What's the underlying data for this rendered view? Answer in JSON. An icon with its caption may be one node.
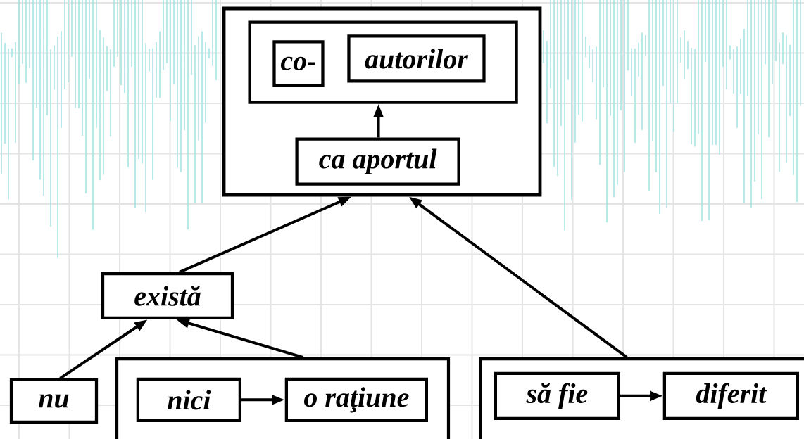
{
  "diagram": {
    "nodes": [
      {
        "text": [],
        "shape": "box"
      },
      {
        "text": [],
        "shape": "box",
        "in": 0
      },
      {
        "text": [
          "co-"
        ],
        "in": 1
      },
      {
        "text": [
          "autorilor"
        ],
        "in": 1
      },
      {
        "text": [
          "ca aportul"
        ],
        "in": 0
      },
      {
        "text": [
          "există"
        ]
      },
      {
        "text": [
          "nu"
        ]
      },
      {
        "text": [],
        "shape": "box"
      },
      {
        "text": [
          "nici"
        ],
        "in": 7
      },
      {
        "text": [
          "o raţiune"
        ],
        "in": 7
      },
      {
        "text": [],
        "shape": "box"
      },
      {
        "text": [
          "să fie"
        ],
        "in": 10
      },
      {
        "text": [
          "diferit"
        ],
        "in": 10
      }
    ],
    "edges": [
      {
        "from": 4,
        "to": 1,
        "arrow": "to"
      },
      {
        "from": 5,
        "to": 0,
        "arrow": "to"
      },
      {
        "from": 10,
        "to": 0,
        "arrow": "to"
      },
      {
        "from": 6,
        "to": 5,
        "arrow": "to"
      },
      {
        "from": 7,
        "to": 5,
        "arrow": "to"
      },
      {
        "from": 8,
        "to": 9,
        "arrow": "to"
      },
      {
        "from": 11,
        "to": 12,
        "arrow": "to"
      }
    ]
  }
}
